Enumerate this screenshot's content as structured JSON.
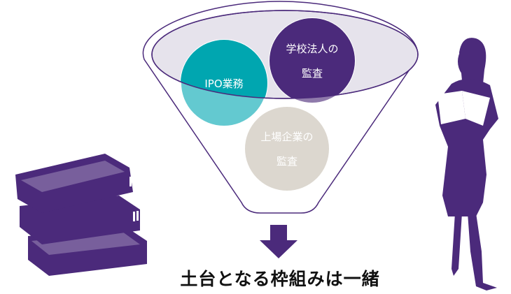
{
  "circles": {
    "ipo": {
      "label": "IPO業務",
      "color": "#00a6b0"
    },
    "school": {
      "line1": "学校法人の",
      "line2": "監査",
      "color": "#4b2a7b"
    },
    "listed": {
      "line1": "上場企業の",
      "line2": "監査",
      "color": "#dcd7cf"
    }
  },
  "caption": "土台となる枠組みは一緒",
  "colors": {
    "purple": "#4b2a7b",
    "funnel_fill": "#e6e3ec"
  }
}
